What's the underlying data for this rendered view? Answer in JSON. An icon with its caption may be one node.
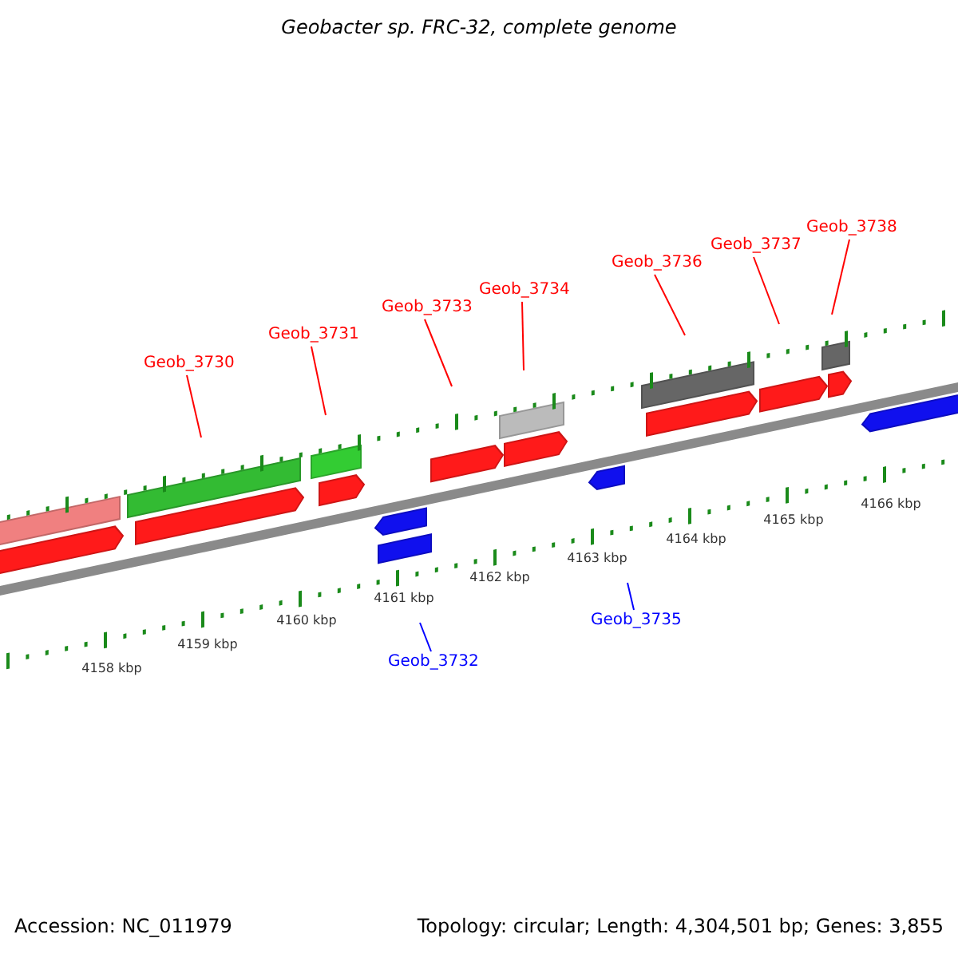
{
  "diagram": {
    "title": "Geobacter sp. FRC-32, complete genome",
    "nodes": [
      {
        "text": [
          "Geob_3730"
        ]
      },
      {
        "text": [
          "Geob_3731"
        ]
      },
      {
        "text": [
          "Geob_3733"
        ]
      },
      {
        "text": [
          "Geob_3734"
        ]
      },
      {
        "text": [
          "Geob_3736"
        ]
      },
      {
        "text": [
          "Geob_3737"
        ]
      },
      {
        "text": [
          "Geob_3738"
        ]
      },
      {
        "text": [
          "Geob_3732"
        ]
      },
      {
        "text": [
          "Geob_3735"
        ]
      },
      {
        "text": [],
        "shape": "bar"
      },
      {
        "text": [],
        "shape": "pentagon"
      },
      {
        "text": [],
        "shape": "bar"
      },
      {
        "text": [],
        "shape": "pentagon"
      },
      {
        "text": [],
        "shape": "bar"
      },
      {
        "text": [],
        "shape": "pentagon"
      },
      {
        "text": [],
        "shape": "pentagon"
      },
      {
        "text": [],
        "shape": "bar"
      },
      {
        "text": [],
        "shape": "pentagon"
      },
      {
        "text": [],
        "shape": "bar"
      },
      {
        "text": [],
        "shape": "pentagon"
      },
      {
        "text": [],
        "shape": "pentagon"
      },
      {
        "text": [],
        "shape": "bar"
      },
      {
        "text": [],
        "shape": "pentagon"
      },
      {
        "text": [],
        "shape": "pentagon"
      },
      {
        "text": [],
        "shape": "bar"
      },
      {
        "text": [],
        "shape": "pentagon"
      },
      {
        "text": [],
        "shape": "pentagon"
      }
    ],
    "edges": [
      {
        "from": 0,
        "to": null,
        "arrow": "none"
      },
      {
        "from": 1,
        "to": null,
        "arrow": "none"
      },
      {
        "from": 2,
        "to": null,
        "arrow": "none"
      },
      {
        "from": 3,
        "to": null,
        "arrow": "none"
      },
      {
        "from": 4,
        "to": null,
        "arrow": "none"
      },
      {
        "from": 5,
        "to": null,
        "arrow": "none"
      },
      {
        "from": 6,
        "to": null,
        "arrow": "none"
      },
      {
        "from": 7,
        "to": null,
        "arrow": "none",
        "color": "#0000ff"
      },
      {
        "from": 8,
        "to": null,
        "arrow": "none",
        "color": "#0000ff"
      }
    ],
    "labels": [
      "4158 kbp",
      "4159 kbp",
      "4160 kbp",
      "4161 kbp",
      "4162 kbp",
      "4163 kbp",
      "4164 kbp",
      "4165 kbp",
      "4166 kbp",
      "Accession: NC_011979",
      "Topology: circular; Length: 4,304,501 bp; Genes: 3,855"
    ]
  }
}
